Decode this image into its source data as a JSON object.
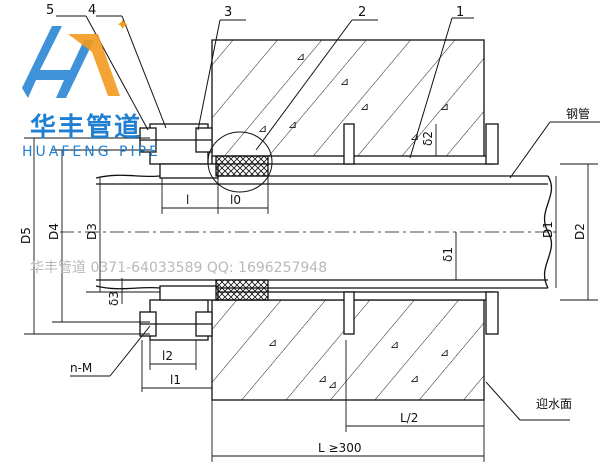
{
  "logo": {
    "cn": "华丰管道",
    "en": "HUAFENG PIPE",
    "colors": {
      "blue": "#1f7fd1",
      "orange": "#f39a1e"
    }
  },
  "watermark": "华丰管道 0371-64033589 QQ: 1696257948",
  "callouts": [
    "5",
    "4",
    "3",
    "2",
    "1"
  ],
  "labels": {
    "steel_pipe": "钢管",
    "water_face": "迎水面",
    "bolt": "n-M"
  },
  "dimensions": {
    "D5": "D5",
    "D4": "D4",
    "D3": "D3",
    "D1": "D1",
    "D2": "D2",
    "delta1": "δ1",
    "delta2": "δ2",
    "delta3": "δ3",
    "l": "l",
    "l0": "l0",
    "l1": "l1",
    "l2": "l2",
    "L_half": "L/2",
    "L_total": "L ≥300"
  }
}
